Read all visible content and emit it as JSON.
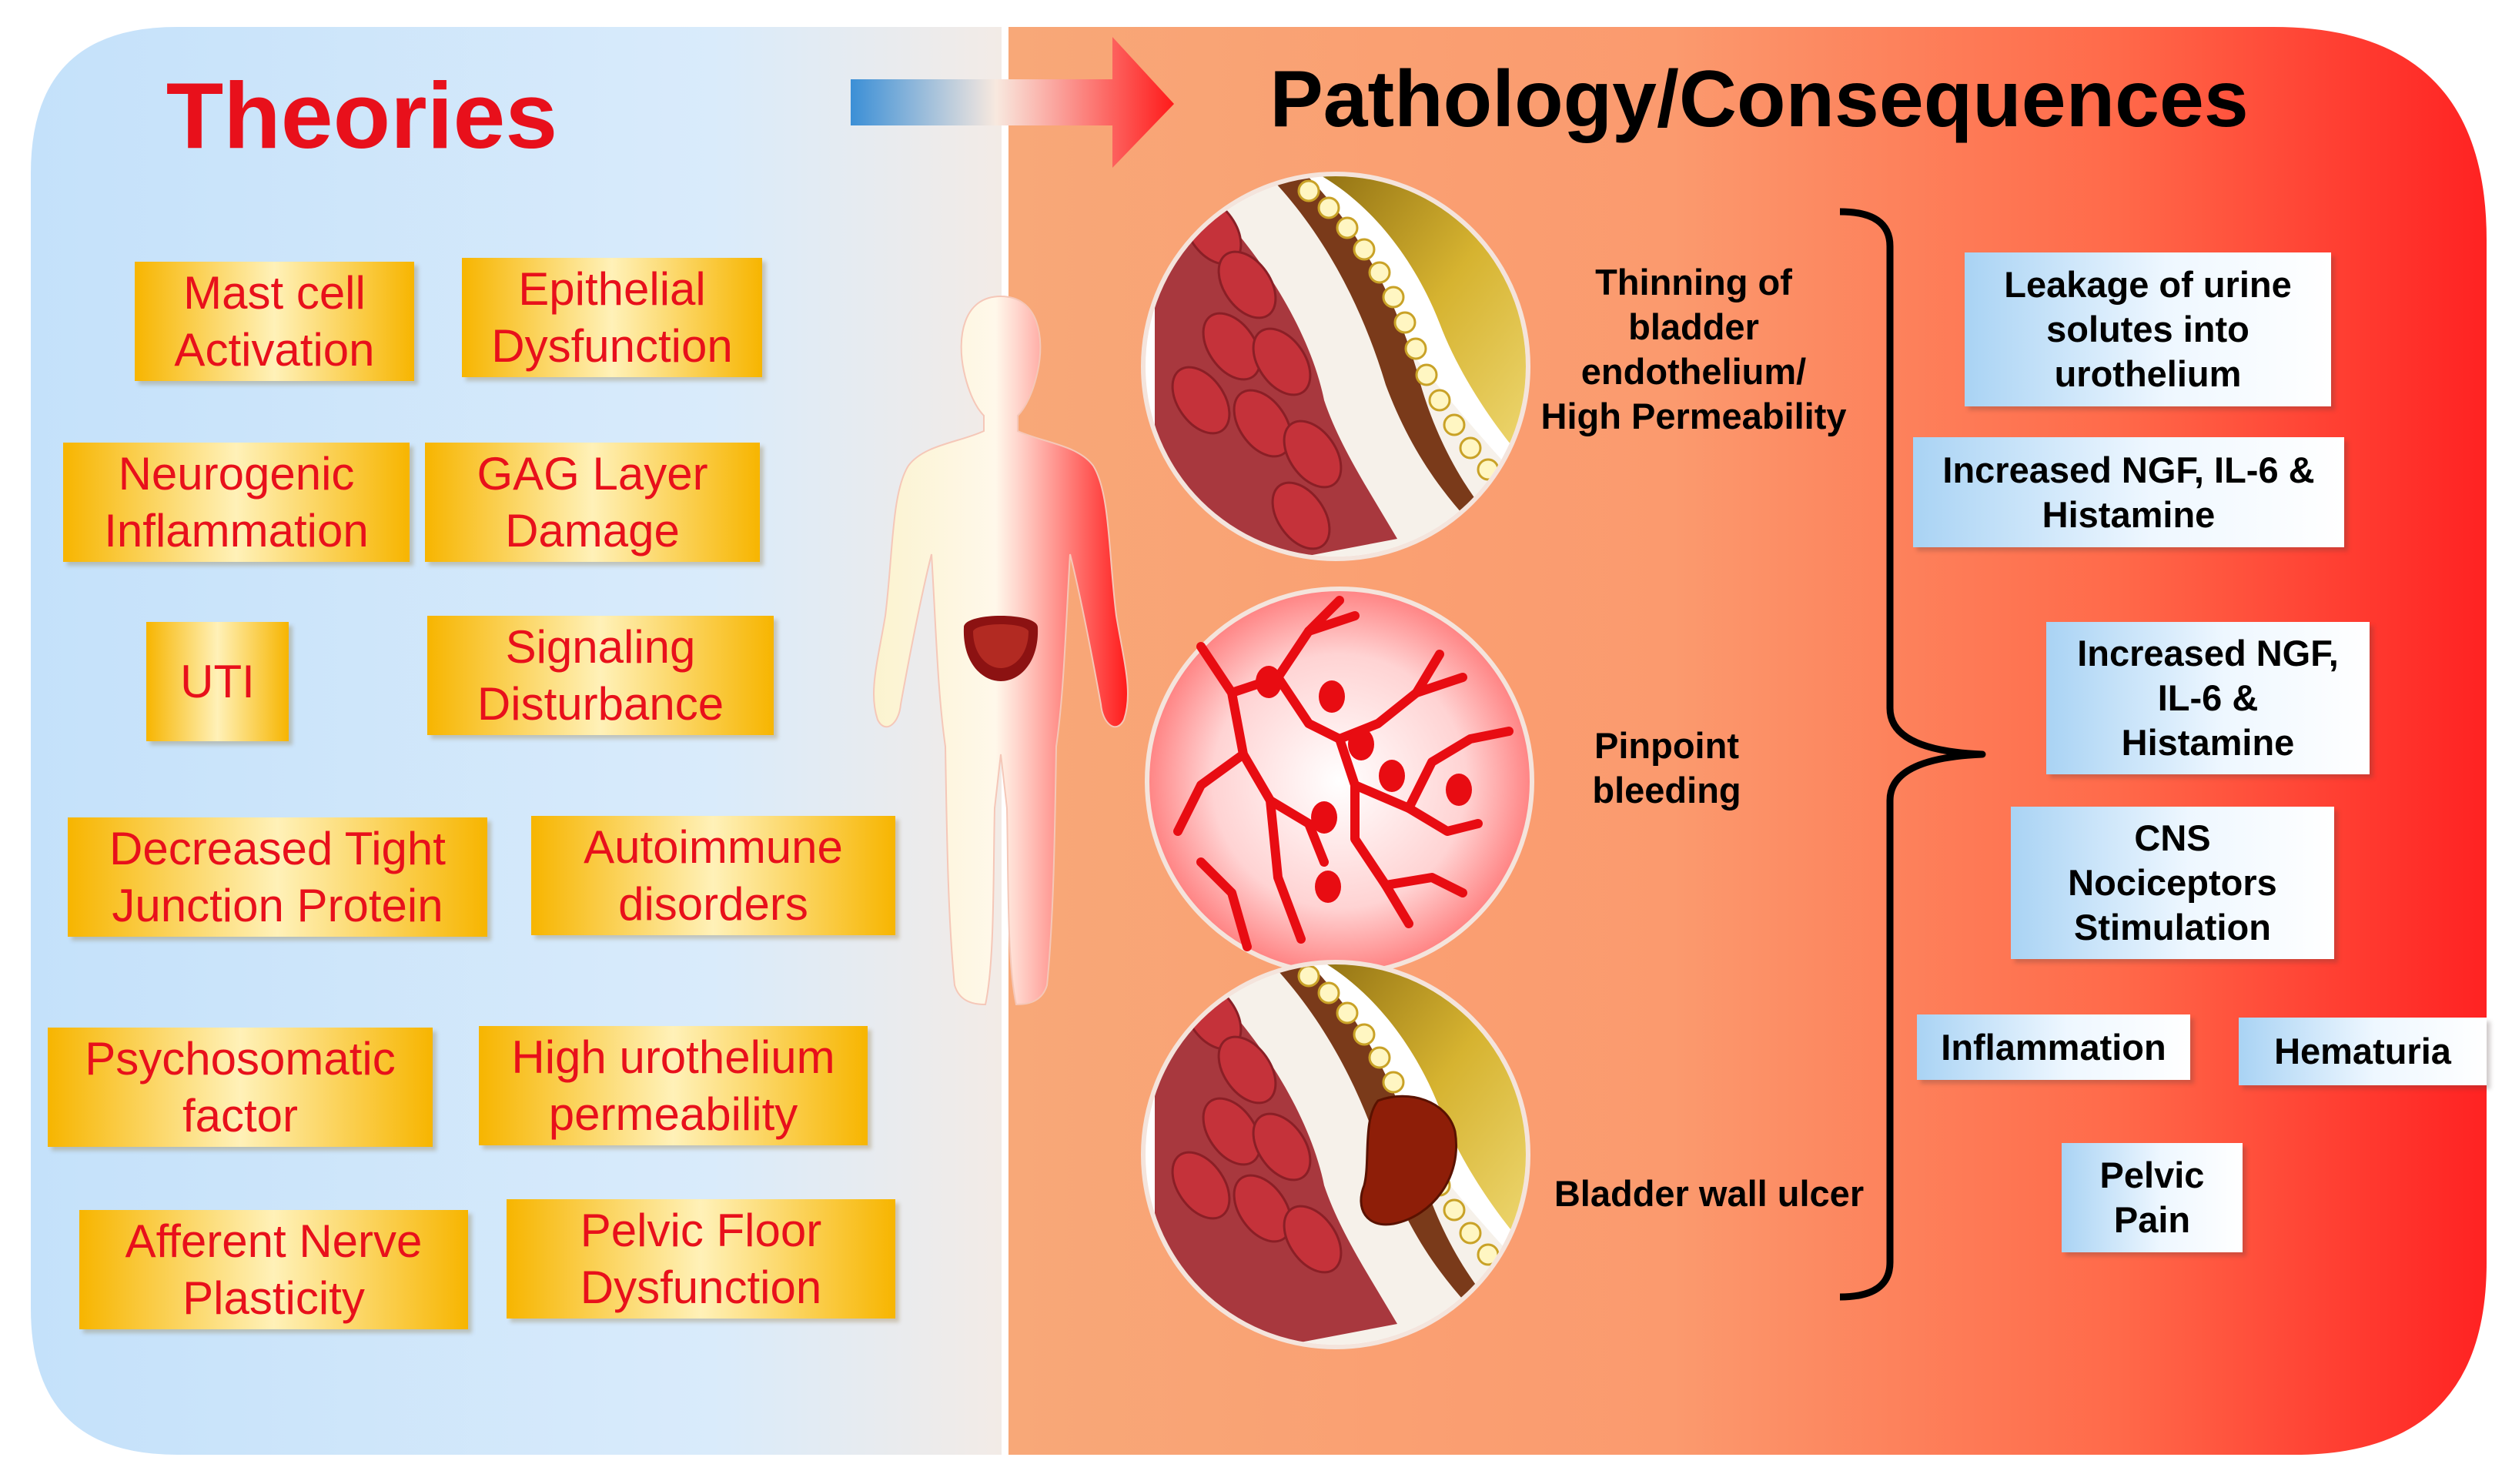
{
  "theories": {
    "title": "Theories",
    "items": [
      "Mast cell\nActivation",
      "Epithelial\nDysfunction",
      "Neurogenic\nInflammation",
      "GAG Layer\nDamage",
      "UTI",
      "Signaling\nDisturbance",
      "Decreased Tight\nJunction Protein",
      "Autoimmune\ndisorders",
      "Psychosomatic\nfactor",
      "High urothelium\npermeability",
      "Afferent Nerve\nPlasticity",
      "Pelvic Floor\nDysfunction"
    ]
  },
  "pathology": {
    "title": "Pathology/Consequences",
    "circle_labels": [
      "Thinning of\nbladder\nendothelium/\nHigh Permeability",
      "Pinpoint\nbleeding",
      "Bladder wall ulcer"
    ],
    "consequences": [
      "Leakage of urine\nsolutes into\nurothelium",
      "Increased NGF, IL-6 &\nHistamine",
      "Increased NGF,\nIL-6 &\nHistamine",
      "CNS\nNociceptors\nStimulation",
      "Inflammation",
      "Hematuria",
      "Pelvic\nPain"
    ]
  },
  "colors": {
    "left_bg": "#cfe6fb",
    "right_bg_start": "#f8a878",
    "right_bg_end": "#ff2a2a",
    "theory_text": "#e8101b",
    "theory_box": "#f7b500",
    "consequence_box": "#a9d3f4"
  },
  "icons": [
    "gradient-arrow-icon",
    "human-silhouette-icon",
    "bladder-icon",
    "curly-brace-icon"
  ]
}
